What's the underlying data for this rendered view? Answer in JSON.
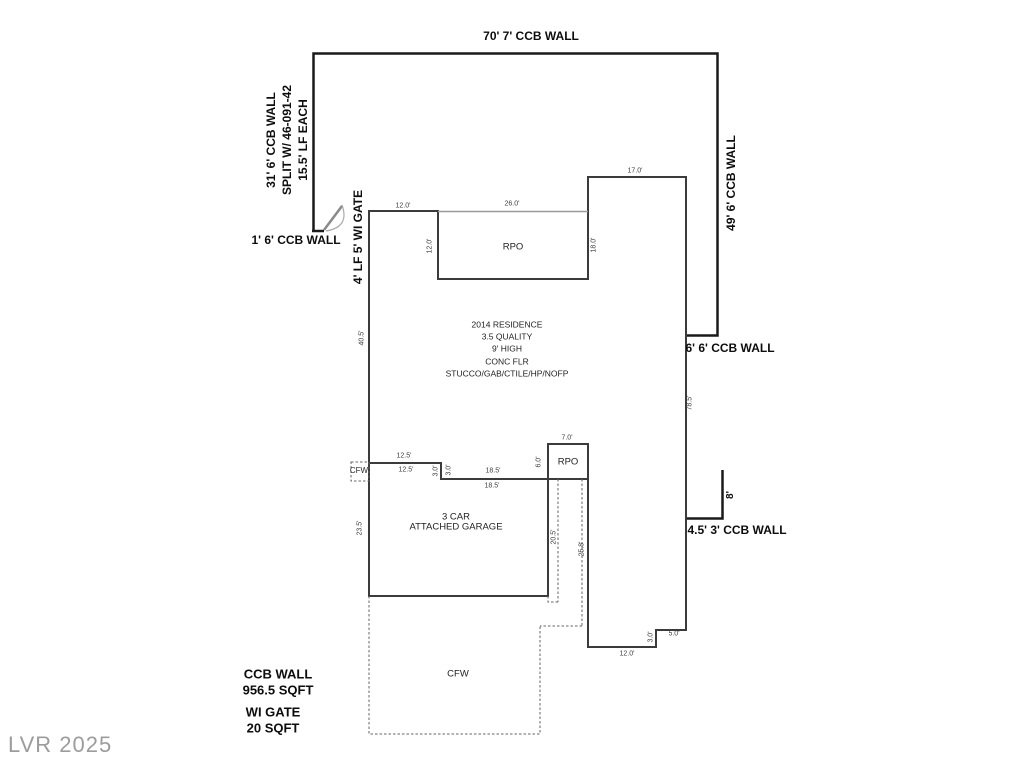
{
  "watermark": "LVR 2025",
  "walls": {
    "top": "70' 7' CCB WALL",
    "left_line1": "31' 6' CCB WALL",
    "left_line2": "SPLIT W/ 46-091-42",
    "left_line3": "15.5' LF EACH",
    "left_short": "1' 6' CCB WALL",
    "gate": "4' LF 5' WI GATE",
    "right": "49' 6' CCB WALL",
    "right_return": "6' 6' CCB WALL",
    "southeast": "4.5'  3' CCB WALL",
    "southeast_height": "8'"
  },
  "residence": {
    "line1": "2014 RESIDENCE",
    "line2": "3.5 QUALITY",
    "line3": "9' HIGH",
    "line4": "CONC FLR",
    "line5": "STUCCO/GAB/CTILE/HP/NOFP"
  },
  "areas": {
    "rpo_main": "RPO",
    "rpo_small": "RPO",
    "garage_line1": "3 CAR",
    "garage_line2": "ATTACHED GARAGE",
    "cfw_small": "CFW",
    "cfw_main": "CFW"
  },
  "summary": {
    "ccb_line1": "CCB WALL",
    "ccb_line2": "956.5 SQFT",
    "gate_line1": "WI GATE",
    "gate_line2": "20 SQFT"
  },
  "dims": {
    "top_12": "12.0'",
    "rpo_26": "26.0'",
    "rpo_left_12": "12.0'",
    "rpo_right_18": "18.0'",
    "sec_17": "17.0'",
    "west_40_5": "40.5'",
    "gar_12_5_a": "12.5'",
    "gar_12_5_b": "12.5'",
    "gar_3_a": "3.0'",
    "gar_3_b": "3.0'",
    "gar_18_5_a": "18.5'",
    "gar_18_5_b": "18.5'",
    "rpo2_6": "6.0'",
    "rpo2_7": "7.0'",
    "dash_20_5": "20.5'",
    "dash_25_8": "25.8'",
    "gar_23_5": "23.5'",
    "east_78_5": "78.5'",
    "btm_12": "12.0'",
    "btm_3": "3.0'",
    "btm_5": "5.0'"
  },
  "colors": {
    "outer_wall": "#1a1a1a",
    "house": "#3b3b3b",
    "patio_edge": "#9a9a9a",
    "dashed": "#666666",
    "watermark": "#9c9c9c"
  }
}
